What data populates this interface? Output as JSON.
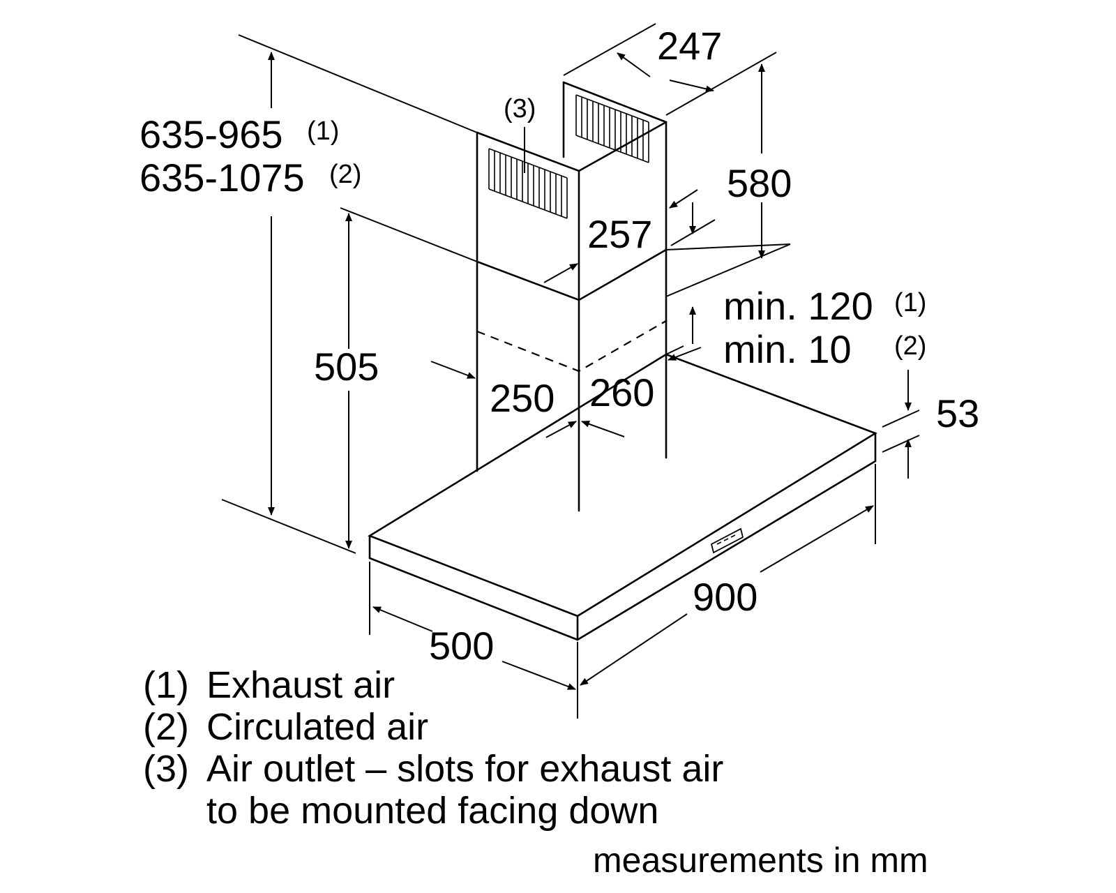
{
  "dimensions": {
    "height_range_exhaust": "635-965",
    "height_range_exhaust_note": "(1)",
    "height_range_circulated": "635-1075",
    "height_range_circulated_note": "(2)",
    "chimney_depth": "247",
    "upper_chimney_height": "580",
    "upper_chimney_width": "257",
    "lower_chimney_height": "505",
    "lower_chimney_depth": "250",
    "lower_chimney_width": "260",
    "clearance_exhaust": "min. 120",
    "clearance_exhaust_note": "(1)",
    "clearance_circulated": "min. 10",
    "clearance_circulated_note": "(2)",
    "canopy_thickness": "53",
    "canopy_width": "900",
    "canopy_depth": "500",
    "air_outlet_callout": "(3)"
  },
  "legend": [
    {
      "marker": "(1)",
      "text": "Exhaust air"
    },
    {
      "marker": "(2)",
      "text": "Circulated air"
    },
    {
      "marker": "(3)",
      "text": "Air outlet – slots for exhaust air"
    },
    {
      "marker": "",
      "text": "to be mounted facing down"
    }
  ],
  "units_note": "measurements in mm"
}
